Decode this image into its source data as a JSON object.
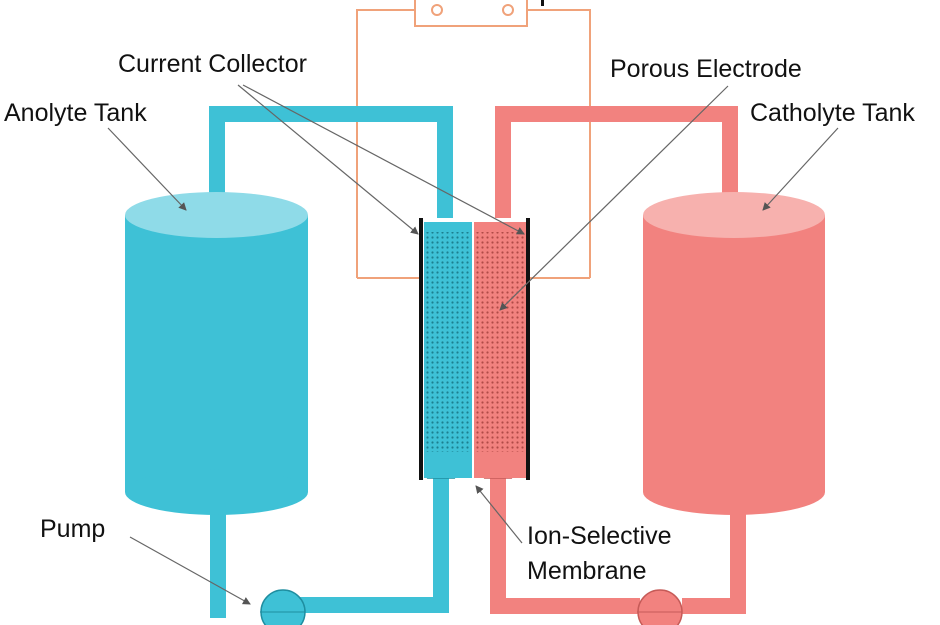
{
  "labels": {
    "current_collector": "Current Collector",
    "porous_electrode": "Porous Electrode",
    "anolyte_tank": "Anolyte Tank",
    "catholyte_tank": "Catholyte Tank",
    "pump": "Pump",
    "membrane_line1": "Ion-Selective",
    "membrane_line2": "Membrane"
  },
  "colors": {
    "anolyte": "#3ec1d6",
    "anolyte_top": "#8fdbe8",
    "catholyte": "#f2827f",
    "catholyte_top": "#f7b1ae",
    "circuit_wire": "#f0a27a",
    "collector": "#111111",
    "leader": "#666666"
  }
}
